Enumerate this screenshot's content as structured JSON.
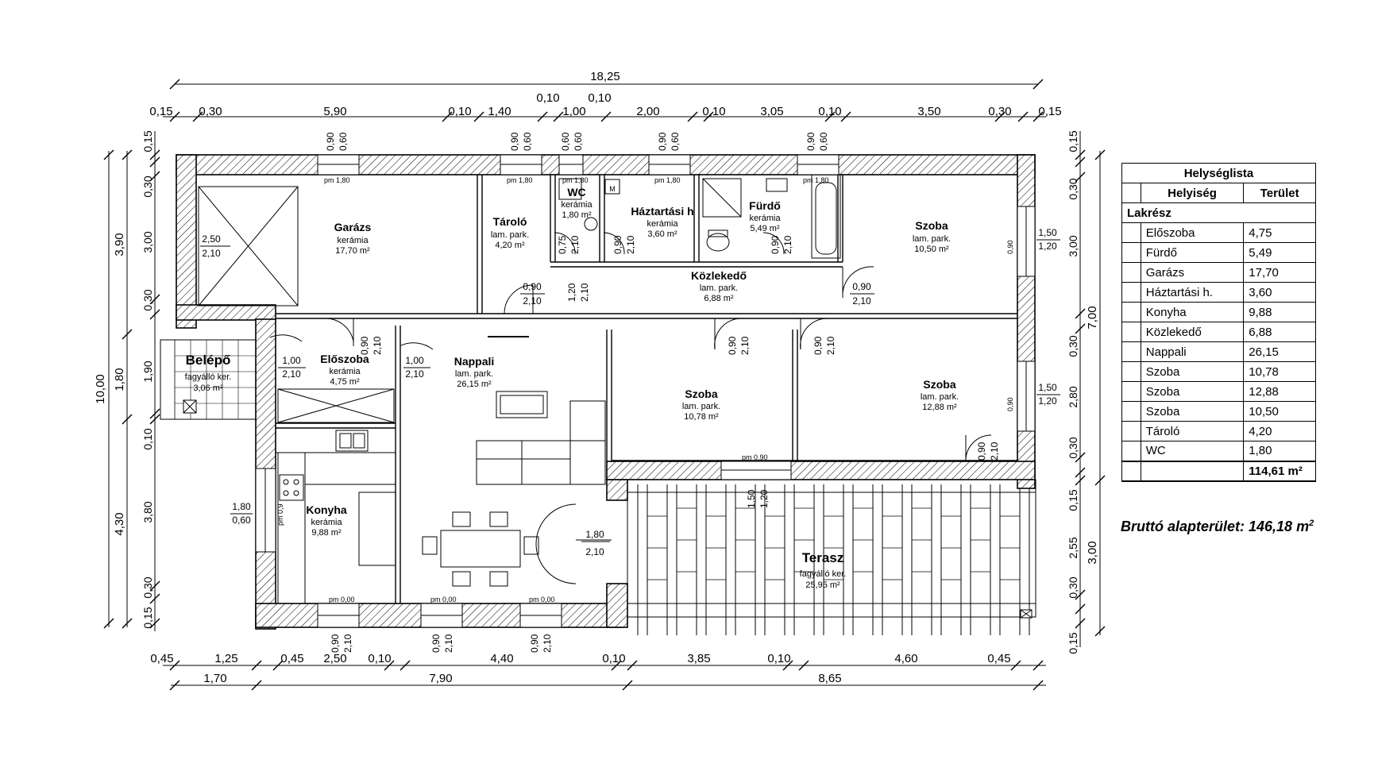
{
  "dimensions": {
    "top_total": "18,25",
    "top_row": [
      "0,15",
      "0,30",
      "5,90",
      "0,10",
      "1,40",
      "1,00",
      "2,00",
      "0,10",
      "3,05",
      "0,10",
      "3,50",
      "0,30",
      "0,15"
    ],
    "top_row_upper": [
      "0,10",
      "0,10"
    ],
    "bottom_row": [
      "0,45",
      "1,25",
      "0,45",
      "2,50",
      "0,10",
      "4,40",
      "0,10",
      "3,85",
      "0,10",
      "4,60",
      "0,45"
    ],
    "bottom_total_row": [
      "1,70",
      "7,90",
      "8,65"
    ],
    "left_outer": "10,00",
    "left_middle": [
      "3,90",
      "1,80",
      "4,30"
    ],
    "left_inner": [
      "0,15",
      "0,30",
      "3,00",
      "0,30",
      "1,90",
      "0,10",
      "3,80",
      "0,30",
      "0,15"
    ],
    "right_inner": [
      "0,15",
      "0,30",
      "3,00",
      "0,30",
      "2,80",
      "0,30",
      "0,15",
      "2,55",
      "0,30",
      "0,15"
    ],
    "right_outer": [
      "7,00",
      "3,00"
    ]
  },
  "rooms": {
    "garazs": {
      "name": "Garázs",
      "finish": "kerámia",
      "area": "17,70 m²"
    },
    "tarolo": {
      "name": "Tároló",
      "finish": "lam. park.",
      "area": "4,20 m²"
    },
    "wc": {
      "name": "WC",
      "finish": "kerámia",
      "area": "1,80 m²"
    },
    "haztartasi": {
      "name": "Háztartási h",
      "finish": "kerámia",
      "area": "3,60 m²"
    },
    "furdo": {
      "name": "Fürdő",
      "finish": "kerámia",
      "area": "5,49 m²"
    },
    "szoba1": {
      "name": "Szoba",
      "finish": "lam. park.",
      "area": "10,50 m²"
    },
    "kozlekedo": {
      "name": "Közlekedő",
      "finish": "lam. park.",
      "area": "6,88 m²"
    },
    "belepo": {
      "name": "Belépő",
      "finish": "fagyálló ker.",
      "area": "3,06 m²"
    },
    "eloszoba": {
      "name": "Előszoba",
      "finish": "kerámia",
      "area": "4,75 m²"
    },
    "nappali": {
      "name": "Nappali",
      "finish": "lam. park.",
      "area": "26,15 m²"
    },
    "szoba2": {
      "name": "Szoba",
      "finish": "lam. park.",
      "area": "10,78 m²"
    },
    "szoba3": {
      "name": "Szoba",
      "finish": "lam. park.",
      "area": "12,88 m²"
    },
    "konyha": {
      "name": "Konyha",
      "finish": "kerámia",
      "area": "9,88 m²"
    },
    "terasz": {
      "name": "Terasz",
      "finish": "fagyálló ker.",
      "area": "25,95 m²"
    }
  },
  "openings": {
    "garage_door": [
      "2,50",
      "2,10"
    ],
    "entrance_door": [
      "1,00",
      "2,10"
    ],
    "living_door": [
      "1,00",
      "2,10"
    ],
    "hall_left_door": [
      "0,90",
      "2,10"
    ],
    "hall_right_door": [
      "0,90",
      "2,10"
    ],
    "hall_opening": [
      "1,20",
      "2,10"
    ],
    "tarolo_door": [
      "0,75",
      "2,10"
    ],
    "haztartasi_door": [
      "0,90",
      "2,10"
    ],
    "furdo_door": [
      "0,90",
      "2,10"
    ],
    "eloszoba_door": [
      "0,90",
      "2,10"
    ],
    "szoba2_door": [
      "0,90",
      "2,10"
    ],
    "szoba3_door": [
      "0,90",
      "2,10"
    ],
    "szoba3_wc_door": [
      "0,90",
      "2,10"
    ],
    "terrace_door": [
      "1,80",
      "2,10"
    ],
    "terrace_window": [
      "1,50",
      "1,20"
    ],
    "kitchen_window": [
      "1,80",
      "0,60"
    ],
    "szoba1_window": [
      "1,50",
      "1,20"
    ],
    "szoba3_window": [
      "1,50",
      "1,20"
    ],
    "top_windows": [
      [
        "0,90",
        "0,60"
      ],
      [
        "0,90",
        "0,60"
      ],
      [
        "0,60",
        "0,60"
      ],
      [
        "0,90",
        "0,60"
      ],
      [
        "0,90",
        "0,60"
      ]
    ],
    "bottom_windows": [
      [
        "0,90",
        "2,10"
      ],
      [
        "0,90",
        "2,10"
      ],
      [
        "0,90",
        "2,10"
      ]
    ],
    "sill_labels": {
      "pm_180": "pm 1,80",
      "pm_000": "pm 0,00",
      "pm_090": "pm 0,90",
      "pm_090_short": "pm 0,9"
    },
    "side_window_label": "0,90",
    "laundry_mark": "M"
  },
  "room_list": {
    "title": "Helységlista",
    "col_room": "Helyiség",
    "col_area": "Terület",
    "group": "Lakrész",
    "rows": [
      {
        "name": "Előszoba",
        "area": "4,75"
      },
      {
        "name": "Fürdő",
        "area": "5,49"
      },
      {
        "name": "Garázs",
        "area": "17,70"
      },
      {
        "name": "Háztartási h.",
        "area": "3,60"
      },
      {
        "name": "Konyha",
        "area": "9,88"
      },
      {
        "name": "Közlekedő",
        "area": "6,88"
      },
      {
        "name": "Nappali",
        "area": "26,15"
      },
      {
        "name": "Szoba",
        "area": "10,78"
      },
      {
        "name": "Szoba",
        "area": "12,88"
      },
      {
        "name": "Szoba",
        "area": "10,50"
      },
      {
        "name": "Tároló",
        "area": "4,20"
      },
      {
        "name": "WC",
        "area": "1,80"
      }
    ],
    "total": "114,61 m²"
  },
  "gross_area": {
    "label": "Bruttó alapterület: 146,18 m",
    "unit_sup": "2"
  }
}
